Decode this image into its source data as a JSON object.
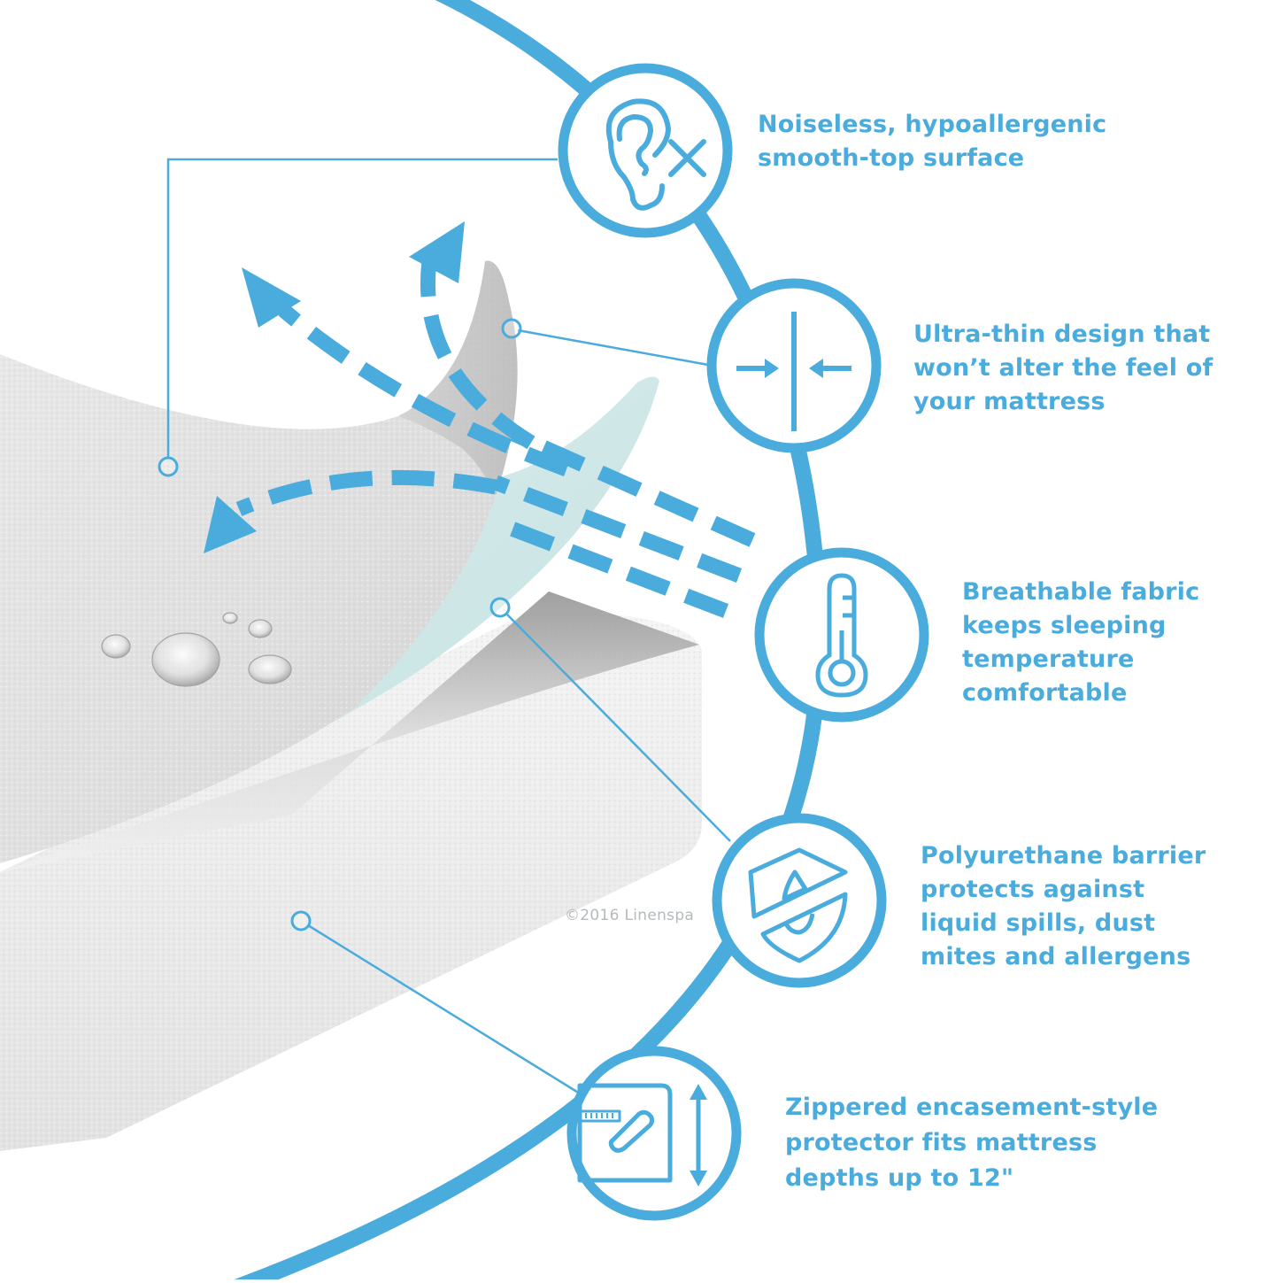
{
  "theme": {
    "accent": "#4aabdd",
    "fabric_light": "#ececec",
    "fabric_mid": "#d6d6d6",
    "membrane": "#d6eaea",
    "watermark": "#a9aeb1"
  },
  "illustration": {
    "subject": "mattress protector layers peeled back over mattress",
    "layers": [
      "top fabric surface",
      "polyurethane membrane",
      "zippered encasement"
    ],
    "airflow_arrows": 3,
    "water_droplets": 5
  },
  "features": [
    {
      "icon": "ear-muted-icon",
      "lines": [
        "Noiseless, hypoallergenic",
        "smooth-top surface"
      ]
    },
    {
      "icon": "thin-layer-arrows-icon",
      "lines": [
        "Ultra-thin design that",
        "won’t alter the feel of",
        "your mattress"
      ]
    },
    {
      "icon": "thermometer-icon",
      "lines": [
        "Breathable fabric",
        "keeps sleeping",
        "temperature",
        "comfortable"
      ]
    },
    {
      "icon": "shield-drop-icon",
      "lines": [
        "Polyurethane barrier",
        "protects against",
        "liquid spills, dust",
        "mites and allergens"
      ]
    },
    {
      "icon": "zipper-depth-icon",
      "lines": [
        "Zippered encasement-style",
        "protector fits mattress",
        "depths up to 12\""
      ]
    }
  ],
  "watermark": "©2016 Linenspa"
}
